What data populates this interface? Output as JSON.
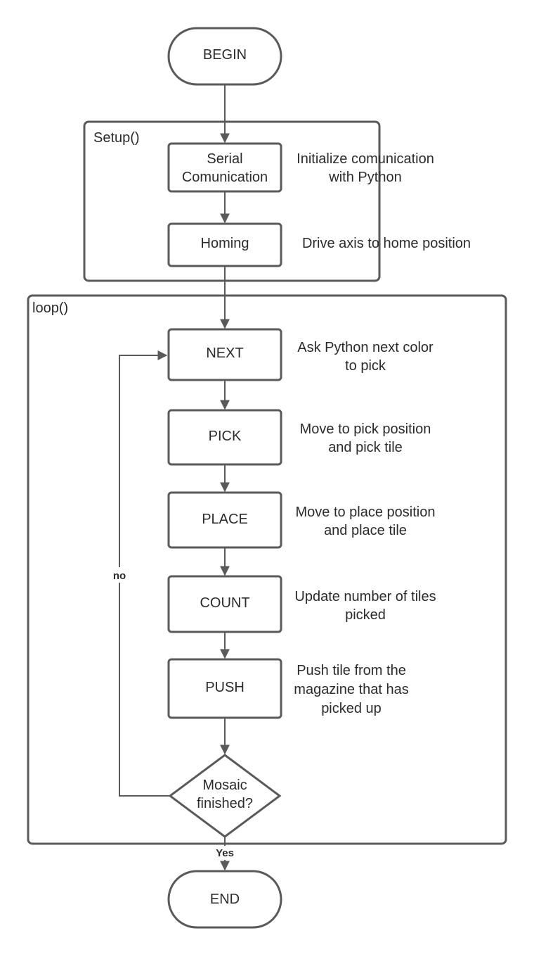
{
  "groups": {
    "setup": "Setup()",
    "loop": "loop()"
  },
  "nodes": {
    "begin": "BEGIN",
    "serial_1": "Serial",
    "serial_2": "Comunication",
    "homing": "Homing",
    "next": "NEXT",
    "pick": "PICK",
    "place": "PLACE",
    "count": "COUNT",
    "push": "PUSH",
    "decision_1": "Mosaic",
    "decision_2": "finished?",
    "end": "END"
  },
  "notes": {
    "serial_1": "Initialize comunication",
    "serial_2": "with Python",
    "homing": "Drive axis to home position",
    "next_1": "Ask Python next color",
    "next_2": "to pick",
    "pick_1": "Move to pick position",
    "pick_2": "and pick tile",
    "place_1": "Move to place position",
    "place_2": "and place tile",
    "count_1": "Update number of tiles",
    "count_2": "picked",
    "push_1": "Push tile from the",
    "push_2": "magazine that has",
    "push_3": "picked up"
  },
  "edges": {
    "no": "no",
    "yes": "Yes"
  },
  "colors": {
    "stroke": "#5a5a5a",
    "text": "#2b2b2b",
    "background": "#ffffff"
  }
}
